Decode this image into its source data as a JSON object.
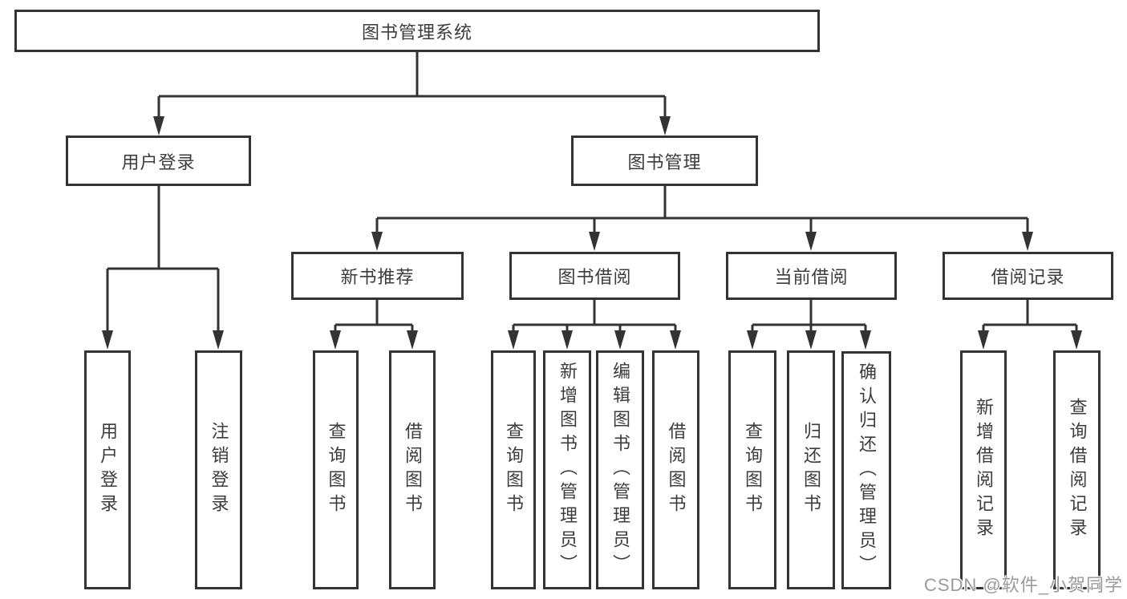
{
  "nodes": {
    "root": "图书管理系统",
    "user_login": "用户登录",
    "book_management": "图书管理",
    "new_book_recommend": "新书推荐",
    "book_borrowing": "图书借阅",
    "current_borrowing": "当前借阅",
    "borrowing_records": "借阅记录",
    "leaf_user_login": "用户登录",
    "leaf_logout": "注销登录",
    "leaf_nb_query_books": "查询图书",
    "leaf_nb_borrow_books": "借阅图书",
    "leaf_bb_query_books": "查询图书",
    "leaf_bb_add_books": "新增图书（管理员）",
    "leaf_bb_edit_books": "编辑图书（管理员）",
    "leaf_bb_borrow_books": "借阅图书",
    "leaf_cb_query_books": "查询图书",
    "leaf_cb_return_books": "归还图书",
    "leaf_cb_confirm_return": "确认归还（管理员）",
    "leaf_br_add_record": "新增借阅记录",
    "leaf_br_query_record": "查询借阅记录"
  },
  "watermark": "CSDN @软件_小贺同学",
  "colors": {
    "line": "#333333",
    "text": "#3c3c3c",
    "watermark": "#9a9a9a",
    "background": "#ffffff"
  }
}
